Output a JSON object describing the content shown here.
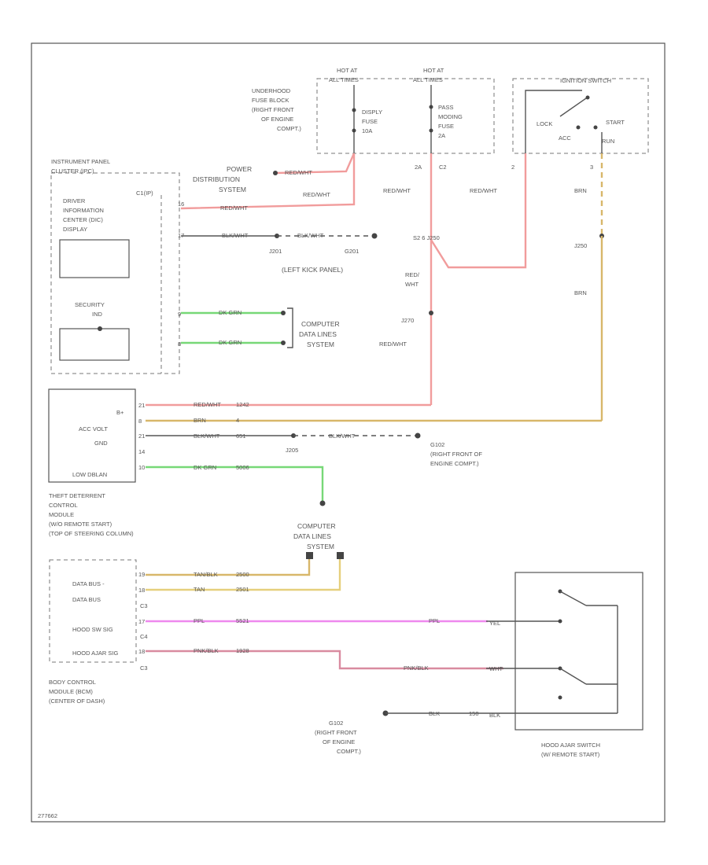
{
  "hot_labels": {
    "hot_left": [
      "HOT AT",
      "ALL TIMES"
    ],
    "hot_right": [
      "HOT AT",
      "ALL TIMES"
    ]
  },
  "fuse_block": {
    "name": [
      "UNDERHOOD",
      "FUSE BLOCK",
      "(RIGHT FRONT",
      "OF ENGINE",
      "COMPT.)"
    ],
    "fuse1": [
      "DISPLY",
      "FUSE",
      "10A"
    ],
    "fuse2": [
      "PASS",
      "MODING",
      "FUSE",
      "2A"
    ]
  },
  "ignition": {
    "title": "IGNITION SWITCH",
    "lock": "LOCK",
    "start": "START",
    "acc": "ACC",
    "run": "RUN"
  },
  "instrument_panel": {
    "name": [
      "INSTRUMENT PANEL",
      "CLUSTER (IPC)"
    ],
    "dic": [
      "DRIVER",
      "INFORMATION",
      "CENTER (DIC)",
      "DISPLAY"
    ],
    "security": [
      "SECURITY",
      "IND"
    ],
    "connector": "C1(IP)",
    "pin_a": "16",
    "pin_b": "17",
    "pin_c": "9",
    "pin_d": "8"
  },
  "labels": {
    "power_dist": [
      "POWER",
      "DISTRIBUTION",
      "SYSTEM"
    ],
    "redwht_1": "RED/WHT",
    "redwht_2": "RED/WHT",
    "redwht_3": "RED/WHT",
    "redwht_4": "RED/WHT",
    "redwht_5": "RED/WHT",
    "redwht_6": "RED/WHT",
    "blkwht_1": "BLK/WHT",
    "blkwht_2": "BLK/WHT",
    "blkwht_3": "BLK/WHT",
    "blkwht_4": "BLK/WHT",
    "dkgrn_1": "DK GRN",
    "dkgrn_2": "DK GRN",
    "dkgrn_3": "DK GRN",
    "j201": "J201",
    "g201": "G201",
    "left_kick": "(LEFT KICK PANEL)",
    "computer_1": [
      "COMPUTER",
      "DATA LINES",
      "SYSTEM"
    ],
    "computer_2": [
      "COMPUTER",
      "DATA LINES",
      "SYSTEM"
    ],
    "f_2a": "2A",
    "f_c2": "C2",
    "splice_center": "S2  6 J250",
    "ign_pin": "2",
    "run_pin": "3",
    "brn_1": "BRN",
    "brn_2": "BRN",
    "j250": "J250",
    "red_wht_v": [
      "RED/",
      "WHT"
    ],
    "j270": "J270",
    "g102": [
      "G102",
      "(RIGHT FRONT OF",
      "ENGINE COMPT.)"
    ],
    "j205": "J205",
    "r_1242": "1242",
    "r_4": "4",
    "r_651": "651",
    "r_5006": "5006"
  },
  "theft_module": {
    "name": [
      "THEFT DETERRENT",
      "CONTROL",
      "MODULE",
      "(W/O REMOTE START)",
      "(TOP OF STEERING COLUMN)"
    ],
    "b_plus": "B+",
    "acc_volt": "ACC VOLT",
    "gnd": "GND",
    "low_data": "LOW DBLAN",
    "pin_1": "21",
    "pin_2": "8",
    "pin_3": "21",
    "pin_4": "14",
    "pin_5": "10"
  },
  "bcm": {
    "name": [
      "BODY CONTROL",
      "MODULE (BCM)",
      "(CENTER OF DASH)"
    ],
    "data_bus_minus": "DATA BUS -",
    "data_bus": "DATA BUS",
    "hood_sw": "HOOD SW SIG",
    "hood_ajar": "HOOD AJAR SIG",
    "pin_1": "19",
    "pin_2": "18",
    "c3a": "C3",
    "pin_3": "17",
    "c4": "C4",
    "pin_4": "18",
    "c3b": "C3",
    "w_tanblk": "TAN/BLK",
    "w_tan": "TAN",
    "w_ppl_1": "PPL",
    "w_ppl_2": "PPL",
    "w_pnkblk_1": "PNK/BLK",
    "w_pnkblk_2": "PNK/BLK",
    "n_2500": "2500",
    "n_2501": "2501",
    "n_5521": "5521",
    "n_1928": "1928",
    "n_yel": "YEL",
    "n_wht": "WHT",
    "n_blk": "BLK"
  },
  "ground_g102b": [
    "G102",
    "(RIGHT FRONT",
    "OF ENGINE",
    "COMPT.)"
  ],
  "ground_blk": "BLK",
  "ground_n": "150",
  "hood_switch": [
    "HOOD AJAR SWITCH",
    "(W/ REMOTE START)"
  ],
  "footer_code": "277662"
}
